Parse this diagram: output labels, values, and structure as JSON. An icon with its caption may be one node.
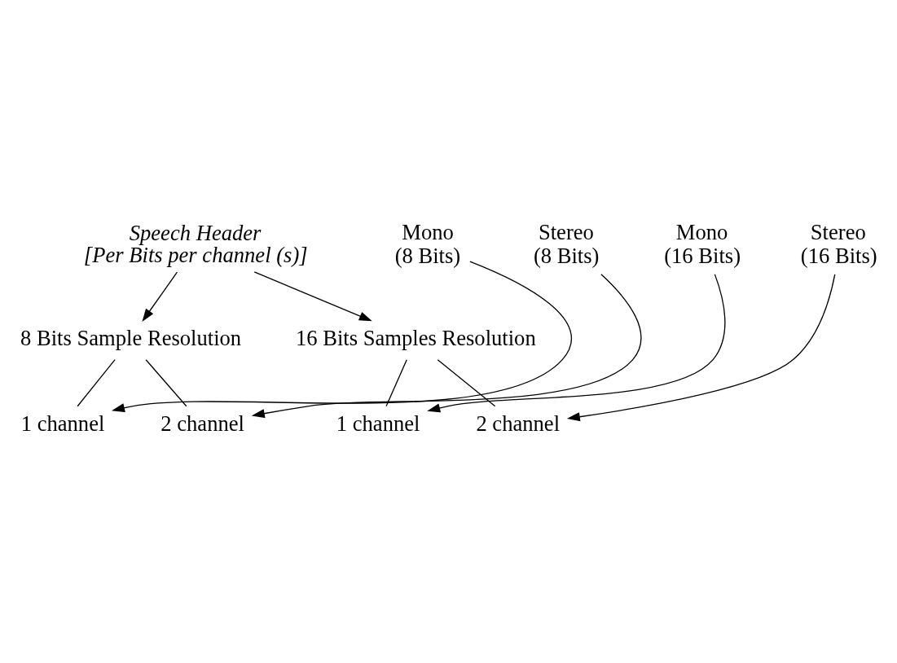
{
  "diagram": {
    "nodes": [
      {
        "text": [
          "Speech Header",
          "[Per Bits per channel (s)]"
        ]
      },
      {
        "text": [
          "8 Bits Sample Resolution"
        ]
      },
      {
        "text": [
          "16 Bits Samples Resolution"
        ]
      },
      {
        "text": [
          "1 channel"
        ]
      },
      {
        "text": [
          "2 channel"
        ]
      },
      {
        "text": [
          "1 channel"
        ]
      },
      {
        "text": [
          "2 channel"
        ]
      },
      {
        "text": [
          "Mono",
          "(8 Bits)"
        ]
      },
      {
        "text": [
          "Stereo",
          "(8 Bits)"
        ]
      },
      {
        "text": [
          "Mono",
          "(16 Bits)"
        ]
      },
      {
        "text": [
          "Stereo",
          "(16 Bits)"
        ]
      }
    ],
    "edges": [
      {
        "from": 0,
        "to": 1,
        "arrow": "to"
      },
      {
        "from": 0,
        "to": 2,
        "arrow": "to"
      },
      {
        "from": 1,
        "to": 3,
        "arrow": "none"
      },
      {
        "from": 1,
        "to": 4,
        "arrow": "none"
      },
      {
        "from": 2,
        "to": 5,
        "arrow": "none"
      },
      {
        "from": 2,
        "to": 6,
        "arrow": "none"
      },
      {
        "from": 7,
        "to": 3,
        "arrow": "to"
      },
      {
        "from": 8,
        "to": 4,
        "arrow": "to"
      },
      {
        "from": 9,
        "to": 5,
        "arrow": "to"
      },
      {
        "from": 10,
        "to": 6,
        "arrow": "to"
      }
    ]
  }
}
